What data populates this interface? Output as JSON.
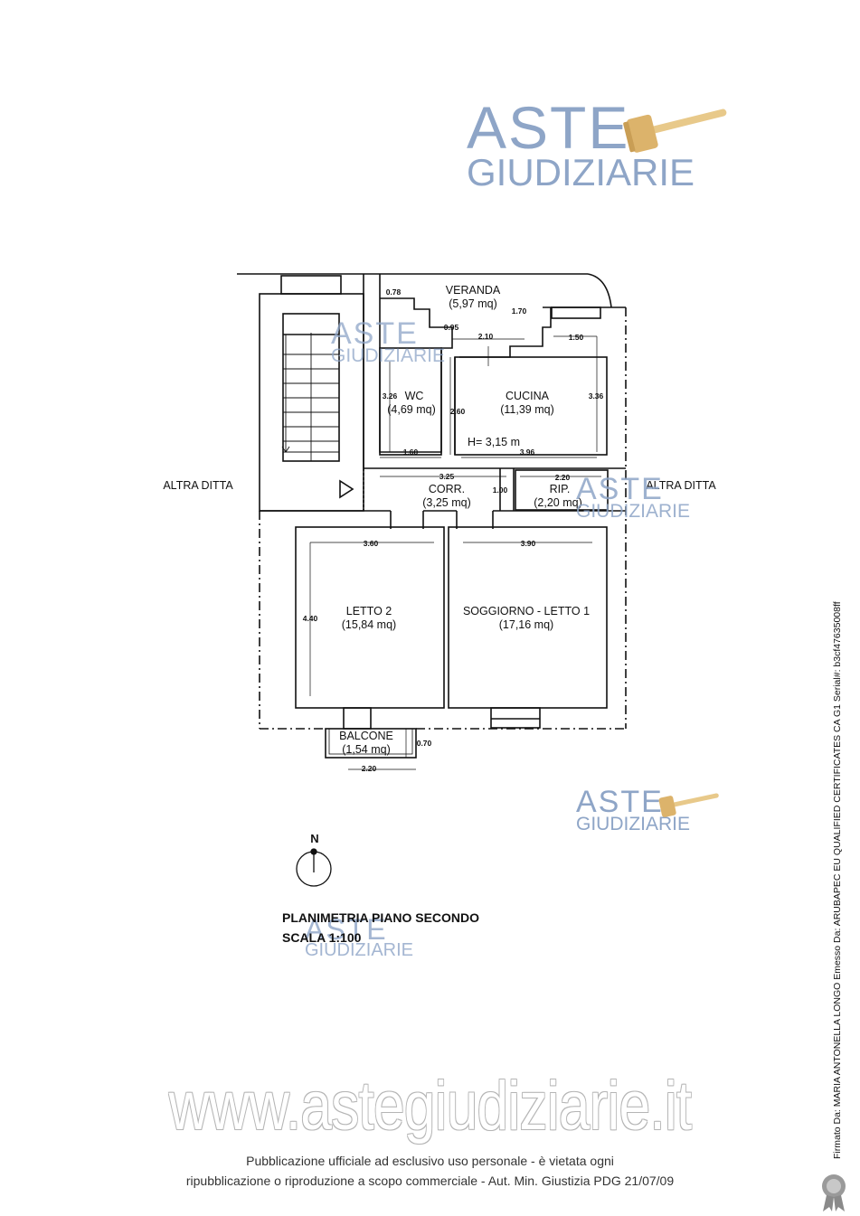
{
  "watermark": {
    "brand_line1": "ASTE",
    "brand_line2": "GIUDIZIARIE",
    "site": "www.astegiudiziarie.it"
  },
  "plan": {
    "rooms": {
      "veranda": {
        "name": "VERANDA",
        "area": "(5,97 mq)"
      },
      "wc": {
        "name": "WC",
        "area": "(4,69 mq)"
      },
      "cucina": {
        "name": "CUCINA",
        "area": "(11,39 mq)"
      },
      "corr": {
        "name": "CORR.",
        "area": "(3,25 mq)"
      },
      "rip": {
        "name": "RIP.",
        "area": "(2,20 mq)"
      },
      "letto2": {
        "name": "LETTO 2",
        "area": "(15,84 mq)"
      },
      "soggiorno": {
        "name": "SOGGIORNO - LETTO 1",
        "area": "(17,16 mq)"
      },
      "balcone": {
        "name": "BALCONE",
        "area": "(1,54 mq)"
      }
    },
    "height_label": "H= 3,15 m",
    "neighbor_left": "ALTRA DITTA",
    "neighbor_right": "ALTRA DITTA",
    "dims": {
      "d_078": "0.78",
      "d_170": "1.70",
      "d_095": "0.95",
      "d_210": "2.10",
      "d_150": "1.50",
      "d_326": "3.26",
      "d_260": "2.60",
      "d_336": "3.36",
      "d_160": "1.60",
      "d_396": "3.96",
      "d_325": "3.25",
      "d_220a": "2.20",
      "d_100": "1.00",
      "d_360": "3.60",
      "d_390": "3.90",
      "d_440": "4.40",
      "d_070": "0.70",
      "d_220b": "2.20"
    },
    "north": "N"
  },
  "drawing_title": {
    "line1": "PLANIMETRIA  PIANO SECONDO",
    "line2": "SCALA 1:100"
  },
  "footer": {
    "line1": "Pubblicazione ufficiale ad esclusivo uso personale - è vietata ogni",
    "line2": "ripubblicazione o riproduzione a scopo commerciale - Aut. Min. Giustizia PDG 21/07/09"
  },
  "signature": "Firmato Da: MARIA ANTONELLA LONGO Emesso Da: ARUBAPEC EU QUALIFIED CERTIFICATES CA G1 Serial#: b3cf47635008ff",
  "colors": {
    "watermark_blue": "#8ea5c7",
    "gavel_gold": "#e8c98a",
    "lines": "#111111"
  }
}
